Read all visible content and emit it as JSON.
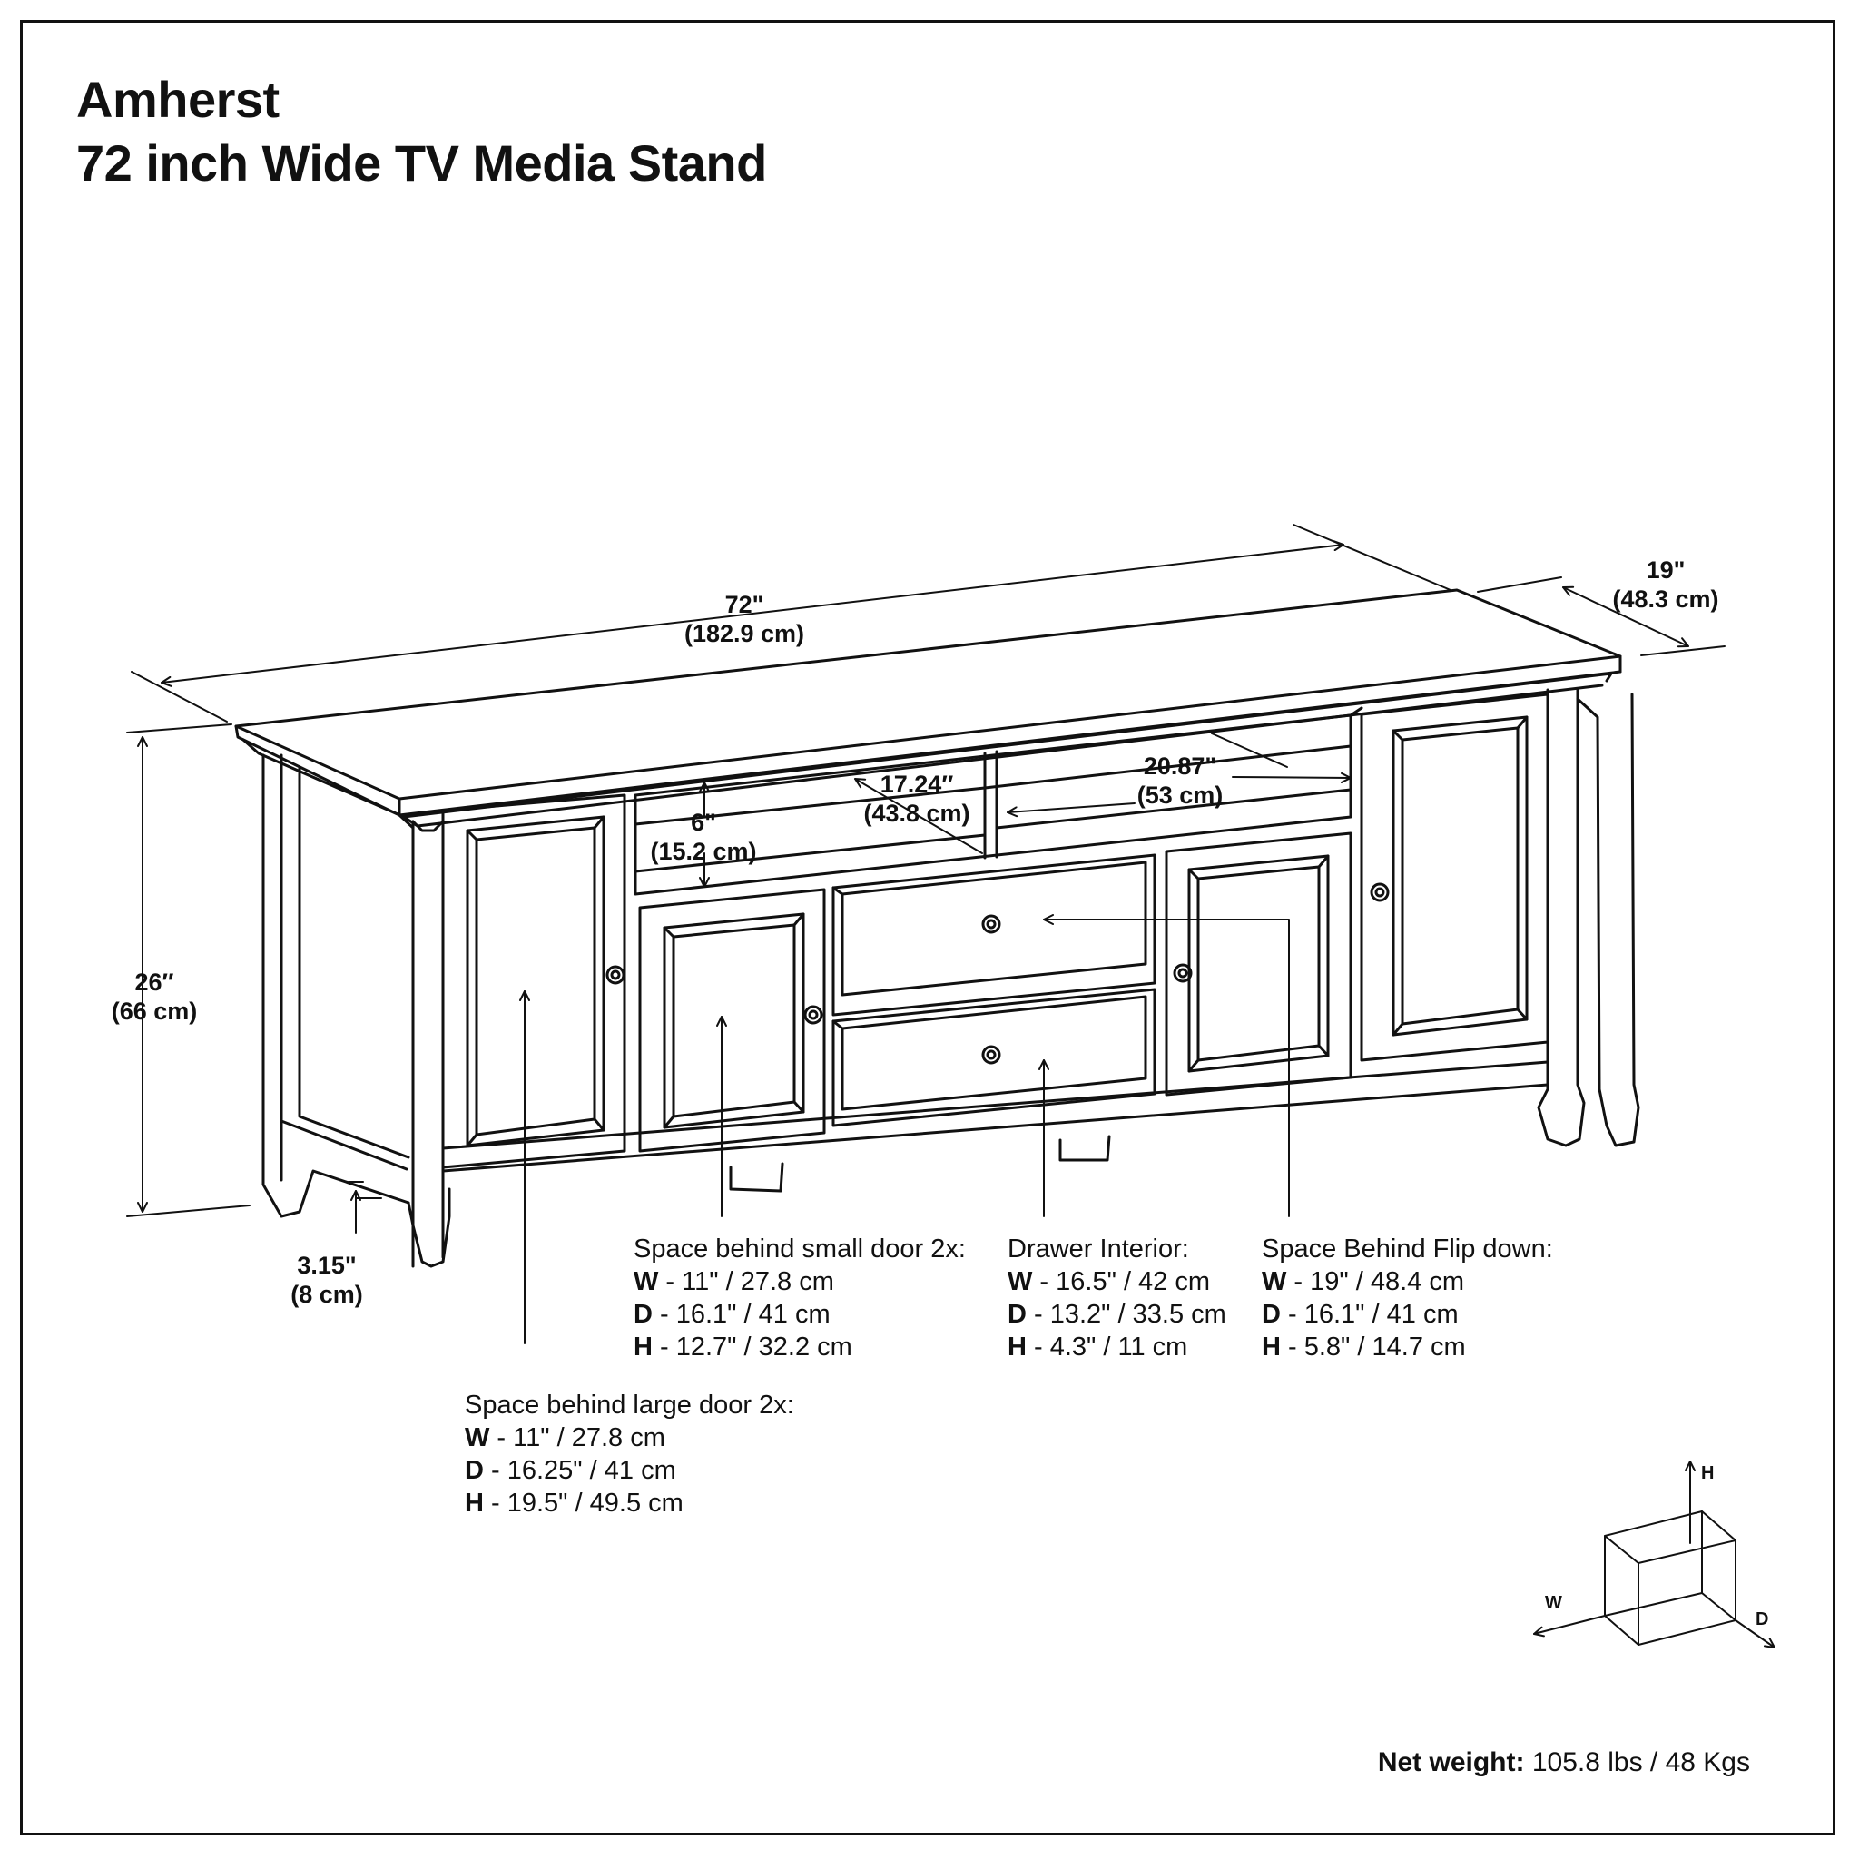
{
  "title": {
    "line1": "Amherst",
    "line2": "72 inch Wide TV Media Stand"
  },
  "dimensions": {
    "width": {
      "in": "72\"",
      "cm": "(182.9 cm)"
    },
    "depth": {
      "in": "19\"",
      "cm": "(48.3 cm)"
    },
    "height": {
      "in": "26″",
      "cm": "(66 cm)"
    },
    "leg": {
      "in": "3.15\"",
      "cm": "(8 cm)"
    },
    "shelf_height": {
      "in": "6\"",
      "cm": "(15.2 cm)"
    },
    "shelf_left_width": {
      "in": "17.24″",
      "cm": "(43.8 cm)"
    },
    "shelf_right_width": {
      "in": "20.87\"",
      "cm": "(53 cm)"
    }
  },
  "specs": {
    "small_door": {
      "heading": "Space behind small door 2x:",
      "rows": [
        {
          "key": "W",
          "val": " - 11\" / 27.8 cm"
        },
        {
          "key": "D",
          "val": " - 16.1\" / 41 cm"
        },
        {
          "key": "H",
          "val": " - 12.7\" / 32.2 cm"
        }
      ]
    },
    "drawer": {
      "heading": "Drawer Interior:",
      "rows": [
        {
          "key": "W",
          "val": " - 16.5\" / 42 cm"
        },
        {
          "key": "D",
          "val": " - 13.2\" / 33.5 cm"
        },
        {
          "key": "H",
          "val": " - 4.3\" / 11 cm"
        }
      ]
    },
    "flip_down": {
      "heading": "Space Behind Flip down:",
      "rows": [
        {
          "key": "W",
          "val": " - 19\" / 48.4 cm"
        },
        {
          "key": "D",
          "val": " - 16.1\" / 41 cm"
        },
        {
          "key": "H",
          "val": " - 5.8\" / 14.7 cm"
        }
      ]
    },
    "large_door": {
      "heading": "Space behind large door 2x:",
      "rows": [
        {
          "key": "W",
          "val": " - 11\" / 27.8 cm"
        },
        {
          "key": "D",
          "val": " - 16.25\" / 41 cm"
        },
        {
          "key": "H",
          "val": " - 19.5\" / 49.5 cm"
        }
      ]
    }
  },
  "axes": {
    "h": "H",
    "w": "W",
    "d": "D"
  },
  "net_weight": {
    "label": "Net weight:",
    "value": " 105.8 lbs / 48 Kgs"
  }
}
